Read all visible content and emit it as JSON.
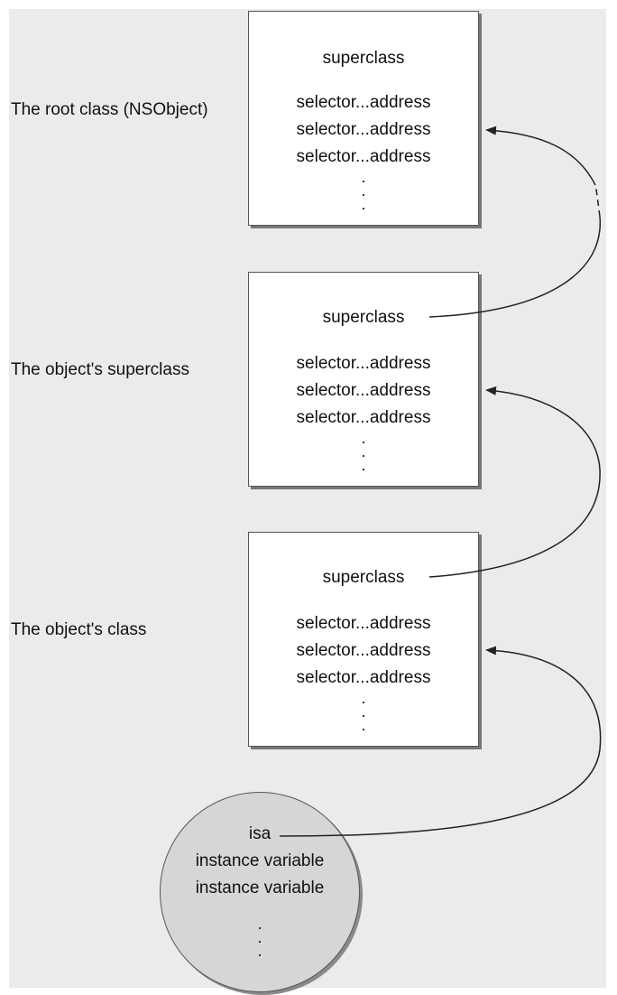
{
  "labels": {
    "root": "The root class (NSObject)",
    "superclass_of_object": "The object's superclass",
    "object_class": "The object's class"
  },
  "root_box": {
    "superclass": "superclass",
    "entries": [
      "selector...address",
      "selector...address",
      "selector...address"
    ],
    "dots": ".\n.\n."
  },
  "super_box": {
    "superclass": "superclass",
    "entries": [
      "selector...address",
      "selector...address",
      "selector...address"
    ],
    "dots": ".\n.\n."
  },
  "class_box": {
    "superclass": "superclass",
    "entries": [
      "selector...address",
      "selector...address",
      "selector...address"
    ],
    "dots": ".\n.\n."
  },
  "instance": {
    "isa": "isa",
    "variables": [
      "instance variable",
      "instance variable"
    ],
    "dots": ".\n.\n."
  },
  "colors": {
    "background": "#ebebeb",
    "box_fill": "#ffffff",
    "circle_fill": "#d6d6d6",
    "stroke": "#333333"
  }
}
